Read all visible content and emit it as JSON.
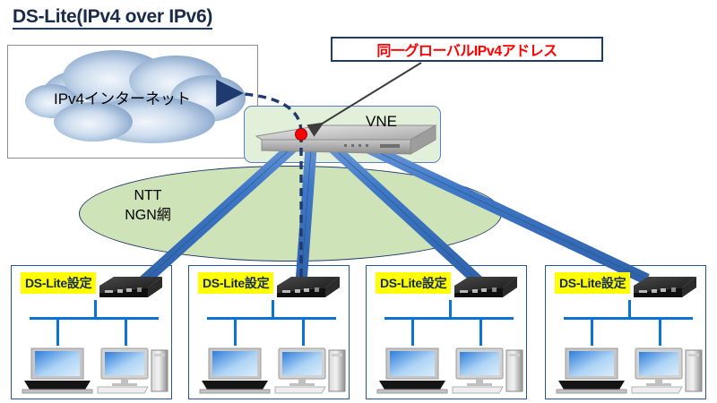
{
  "title": "DS-Lite(IPv4 over IPv6)",
  "internet": {
    "cloud_label": "IPv4インターネット",
    "cloud_color": "#9ab6d8"
  },
  "annotation": {
    "text": "同一グローバルIPv4アドレス",
    "text_color": "#ff0000",
    "border_color": "#1f3a6e"
  },
  "vne": {
    "label": "VNE",
    "box_color": "#e2efd9",
    "marker_color": "#ff0000"
  },
  "ngn": {
    "line1": "NTT",
    "line2": "NGN網",
    "fill_color": "#cfe3b8"
  },
  "link_color": "#3a72c4",
  "tunnel_color": "#1f3a6e",
  "sites": [
    {
      "badge": "DS-Lite設定",
      "badge_bg": "#ffff00",
      "device": "router",
      "clients": [
        "laptop",
        "desktop"
      ]
    },
    {
      "badge": "DS-Lite設定",
      "badge_bg": "#ffff00",
      "device": "router",
      "clients": [
        "laptop",
        "desktop"
      ]
    },
    {
      "badge": "DS-Lite設定",
      "badge_bg": "#ffff00",
      "device": "router",
      "clients": [
        "laptop",
        "desktop"
      ]
    },
    {
      "badge": "DS-Lite設定",
      "badge_bg": "#ffff00",
      "device": "router",
      "clients": [
        "laptop",
        "desktop"
      ]
    }
  ]
}
